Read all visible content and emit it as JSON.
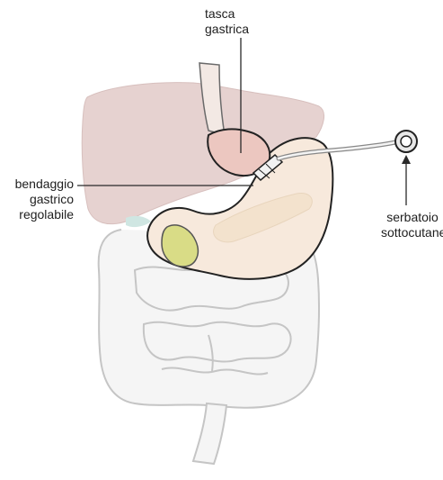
{
  "labels": {
    "gastric_pouch": [
      "tasca",
      "gastrica"
    ],
    "gastric_band": [
      "bendaggio",
      "gastrico",
      "regolabile"
    ],
    "subcutaneous_port": [
      "serbatoio",
      "sottocutaneo"
    ]
  },
  "colors": {
    "liver": "#e6d2d0",
    "stomach": "#f7e9dc",
    "pouch": "#ecc7c0",
    "gallbladder": "#d9dc86",
    "intestine_fill": "#f5f5f5",
    "intestine_line": "#c5c5c5",
    "organ_outline": "#222222",
    "leader_line": "#2a2a2a",
    "label_text": "#1e1e1e"
  }
}
